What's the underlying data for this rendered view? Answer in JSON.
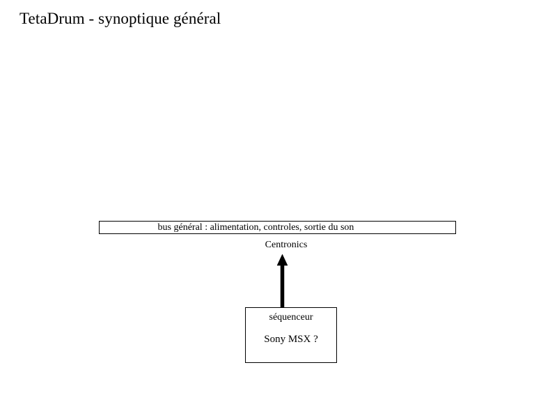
{
  "slide": {
    "title": "TetaDrum - synoptique général",
    "background_color": "#ffffff",
    "line_color": "#000000",
    "text_color": "#000000"
  },
  "diagram": {
    "bus": {
      "label": "bus général : alimentation, controles, sortie du son"
    },
    "connection": {
      "label": "Centronics",
      "arrow_direction": "up",
      "from": "séquenceur",
      "to": "bus général"
    },
    "sequencer": {
      "title": "séquenceur",
      "model": "Sony MSX ?"
    }
  }
}
